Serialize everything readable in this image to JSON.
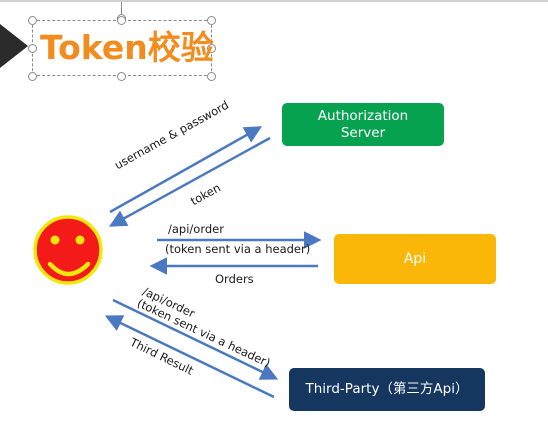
{
  "slide": {
    "title": "Token校验"
  },
  "diagram": {
    "nodes": {
      "authorization_server": "Authorization\nServer",
      "api": "Api",
      "third_party": "Third-Party（第三方Api）"
    },
    "edges": {
      "credentials_request": "username & password",
      "token_response": "token",
      "api_request_line1": "/api/order",
      "api_request_line2": "(token sent via a header)",
      "api_response": "Orders",
      "third_request": "/api/order\n(token sent via a header)",
      "third_response": "Third Result"
    }
  },
  "colors": {
    "title": "#f28c1e",
    "authorization_server": "#06a24f",
    "api": "#fbb707",
    "third_party": "#14365f",
    "arrows": "#4a79c2",
    "smiley_face": "#f51a1a",
    "smiley_ring": "#f0e80c"
  }
}
